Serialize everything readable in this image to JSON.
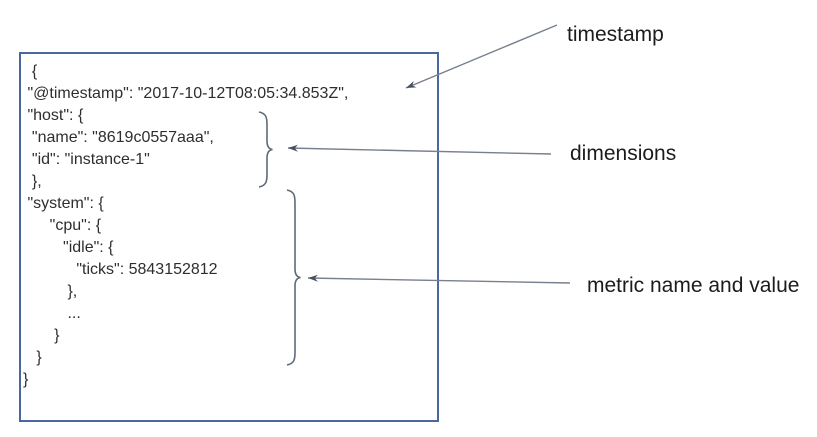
{
  "code_block": {
    "lines": [
      "  {",
      " \"@timestamp\": \"2017-10-12T08:05:34.853Z\",",
      " \"host\": {",
      "  \"name\": \"8619c0557aaa\",",
      "  \"id\": \"instance-1\"",
      "  },",
      " \"system\": {",
      "      \"cpu\": {",
      "         \"idle\": {",
      "            \"ticks\": 5843152812",
      "          },",
      "          ...",
      "       }",
      "   }",
      "}"
    ]
  },
  "annotations": {
    "timestamp": {
      "label": "timestamp"
    },
    "dimensions": {
      "label": "dimensions"
    },
    "metric": {
      "label": "metric name and value"
    }
  },
  "colors": {
    "box_border": "#4a67a0",
    "code_text": "#2e2e2e",
    "label_text": "#1c1c1c",
    "arrow_line": "#77808d",
    "arrow_head": "#46505e",
    "brace": "#5d6a78"
  }
}
